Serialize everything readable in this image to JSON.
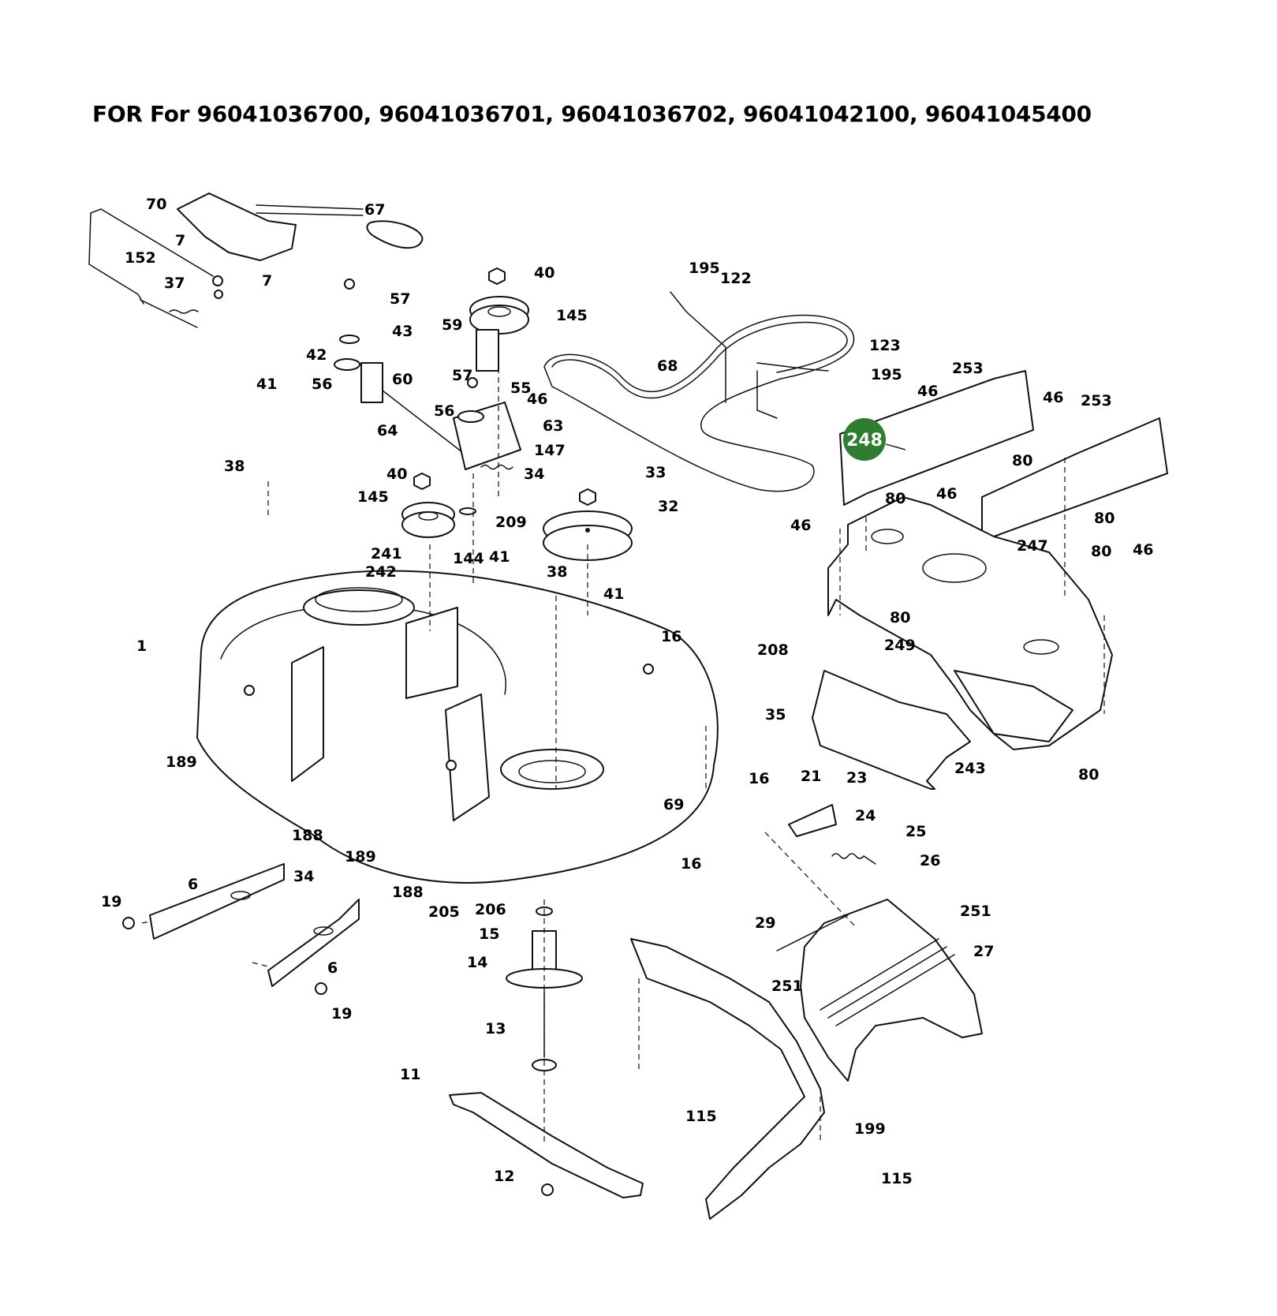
{
  "title": "FOR For 96041036700, 96041036701, 96041036702, 96041042100, 96041045400",
  "colors": {
    "highlight": "#2e7d32",
    "line": "#111111",
    "background": "#ffffff"
  },
  "highlighted_part": "248",
  "callouts": [
    {
      "id": "70",
      "label": "70"
    },
    {
      "id": "67",
      "label": "67"
    },
    {
      "id": "7a",
      "label": "7"
    },
    {
      "id": "152",
      "label": "152"
    },
    {
      "id": "7b",
      "label": "7"
    },
    {
      "id": "37",
      "label": "37"
    },
    {
      "id": "40a",
      "label": "40"
    },
    {
      "id": "145a",
      "label": "145"
    },
    {
      "id": "57a",
      "label": "57"
    },
    {
      "id": "43",
      "label": "43"
    },
    {
      "id": "59",
      "label": "59"
    },
    {
      "id": "42",
      "label": "42"
    },
    {
      "id": "60",
      "label": "60"
    },
    {
      "id": "56a",
      "label": "56"
    },
    {
      "id": "41a",
      "label": "41"
    },
    {
      "id": "57b",
      "label": "57"
    },
    {
      "id": "55",
      "label": "55"
    },
    {
      "id": "46a",
      "label": "46"
    },
    {
      "id": "56b",
      "label": "56"
    },
    {
      "id": "64",
      "label": "64"
    },
    {
      "id": "63",
      "label": "63"
    },
    {
      "id": "147",
      "label": "147"
    },
    {
      "id": "38a",
      "label": "38"
    },
    {
      "id": "34a",
      "label": "34"
    },
    {
      "id": "40b",
      "label": "40"
    },
    {
      "id": "33",
      "label": "33"
    },
    {
      "id": "145b",
      "label": "145"
    },
    {
      "id": "209",
      "label": "209"
    },
    {
      "id": "32",
      "label": "32"
    },
    {
      "id": "195a",
      "label": "195"
    },
    {
      "id": "122",
      "label": "122"
    },
    {
      "id": "68",
      "label": "68"
    },
    {
      "id": "123",
      "label": "123"
    },
    {
      "id": "195b",
      "label": "195"
    },
    {
      "id": "253a",
      "label": "253"
    },
    {
      "id": "46b",
      "label": "46"
    },
    {
      "id": "46c",
      "label": "46"
    },
    {
      "id": "253b",
      "label": "253"
    },
    {
      "id": "80a",
      "label": "80"
    },
    {
      "id": "80b",
      "label": "80"
    },
    {
      "id": "46d",
      "label": "46"
    },
    {
      "id": "46e",
      "label": "46"
    },
    {
      "id": "80c",
      "label": "80"
    },
    {
      "id": "247",
      "label": "247"
    },
    {
      "id": "80d",
      "label": "80"
    },
    {
      "id": "46f",
      "label": "46"
    },
    {
      "id": "241",
      "label": "241"
    },
    {
      "id": "144",
      "label": "144"
    },
    {
      "id": "41b",
      "label": "41"
    },
    {
      "id": "242",
      "label": "242"
    },
    {
      "id": "38b",
      "label": "38"
    },
    {
      "id": "41c",
      "label": "41"
    },
    {
      "id": "1",
      "label": "1"
    },
    {
      "id": "16a",
      "label": "16"
    },
    {
      "id": "208",
      "label": "208"
    },
    {
      "id": "80e",
      "label": "80"
    },
    {
      "id": "249",
      "label": "249"
    },
    {
      "id": "35",
      "label": "35"
    },
    {
      "id": "189a",
      "label": "189"
    },
    {
      "id": "16b",
      "label": "16"
    },
    {
      "id": "243",
      "label": "243"
    },
    {
      "id": "80f",
      "label": "80"
    },
    {
      "id": "21",
      "label": "21"
    },
    {
      "id": "23",
      "label": "23"
    },
    {
      "id": "69",
      "label": "69"
    },
    {
      "id": "188a",
      "label": "188"
    },
    {
      "id": "24",
      "label": "24"
    },
    {
      "id": "25",
      "label": "25"
    },
    {
      "id": "189b",
      "label": "189"
    },
    {
      "id": "16c",
      "label": "16"
    },
    {
      "id": "26",
      "label": "26"
    },
    {
      "id": "34b",
      "label": "34"
    },
    {
      "id": "188b",
      "label": "188"
    },
    {
      "id": "251a",
      "label": "251"
    },
    {
      "id": "6a",
      "label": "6"
    },
    {
      "id": "19a",
      "label": "19"
    },
    {
      "id": "205",
      "label": "205"
    },
    {
      "id": "206",
      "label": "206"
    },
    {
      "id": "15",
      "label": "15"
    },
    {
      "id": "29",
      "label": "29"
    },
    {
      "id": "27",
      "label": "27"
    },
    {
      "id": "14",
      "label": "14"
    },
    {
      "id": "6b",
      "label": "6"
    },
    {
      "id": "251b",
      "label": "251"
    },
    {
      "id": "19b",
      "label": "19"
    },
    {
      "id": "13",
      "label": "13"
    },
    {
      "id": "11",
      "label": "11"
    },
    {
      "id": "115a",
      "label": "115"
    },
    {
      "id": "199",
      "label": "199"
    },
    {
      "id": "12",
      "label": "12"
    },
    {
      "id": "115b",
      "label": "115"
    }
  ]
}
